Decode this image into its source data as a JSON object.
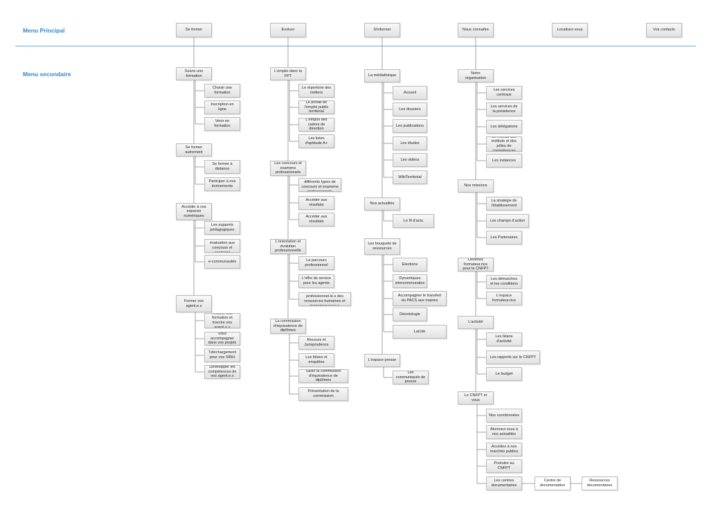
{
  "labels": {
    "primary": "Menu Principal",
    "secondary": "Menu secondaire"
  },
  "top_menu": [
    "Se former",
    "Évoluer",
    "S'informer",
    "Nous connaître",
    "Localisez-vous",
    "Vos contacts"
  ],
  "columns": {
    "se_former": {
      "sections": [
        {
          "label": "Suivre une formation",
          "items": [
            "Choisir une formation",
            "Inscription en ligne",
            "Venir en formation"
          ]
        },
        {
          "label": "Se former autrement",
          "items": [
            "Se former à distance",
            "Participer à nos événements"
          ]
        },
        {
          "label": "Accéder à vos espaces numériques",
          "items": [
            "Les supports pédagogiques",
            "Tests d'auto-évaluation aux concours et examens",
            "e-communautés"
          ]
        },
        {
          "label": "Former vos agent.e.s",
          "items": [
            "Trouver une formation et inscrire vos agent.e.s",
            "Vous accompagner dans vos projets",
            "Téléchargement pour vos SIRH",
            "Développer les compétences de vos agent.e.s"
          ]
        }
      ]
    },
    "evoluer": {
      "sections": [
        {
          "label": "L'emploi dans la FPT",
          "items": [
            "Le répertoire des métiers",
            "Le portail de l'emploi public territorial",
            "L'emploi des cadres de direction",
            "Les listes d'aptitude A+"
          ]
        },
        {
          "label": "Les concours et examens professionnels",
          "items": [
            "Découvrir les différents types de concours et examens professionnels",
            "Accéder aux résultats",
            "Accéder aux résultats"
          ]
        },
        {
          "label": "L'orientation et évolution professionnelle",
          "items": [
            "Le parcours professionnel",
            "L'offre de service pour les agents",
            "L'offre de service pour les professionnel.le.s des ressources humaines et manageur.euse.s"
          ]
        },
        {
          "label": "La commission d'équivalence de diplômes",
          "items": [
            "Recours et Jurisprudence",
            "Les bilans et enquêtes",
            "Saisir la commission d'équivalence de diplômes",
            "Présentation de la commission"
          ]
        }
      ]
    },
    "sinformer": {
      "sections": [
        {
          "label": "La médiathèque",
          "items": [
            "Accueil",
            "Les dossiers",
            "Les publications",
            "Les études",
            "Les vidéos",
            "WikiTerritorial"
          ]
        },
        {
          "label": "Nos actualités",
          "items": [
            "Le fil d'actu"
          ]
        },
        {
          "label": "Les bouquets de ressources",
          "items": [
            "Elections",
            "Dynamiques intercommunales",
            "Accompagner le transfert du PACS aux mairies",
            "Déontologie",
            "Laïcité"
          ]
        },
        {
          "label": "L'espace presse",
          "items": [
            "Les communiqués de presse"
          ]
        }
      ]
    },
    "nous_connaitre": {
      "sections": [
        {
          "label": "Notre organisation",
          "items": [
            "Les services centraux",
            "Les services de la présidence",
            "Les délégations",
            "Le réseau des instituts et des pôles de compétences",
            "Les instances"
          ]
        },
        {
          "label": "Nos missions",
          "items": [
            "La stratégie de l'établissement",
            "Les champs d'action",
            "Les Partenaires"
          ]
        },
        {
          "label": "Devenez formateur.rice pour le CNFPT",
          "items": [
            "Les démarches et les conditions",
            "L'espace formateur.rice"
          ]
        },
        {
          "label": "L'activité",
          "items": [
            "Les bilans d'activité",
            "Les rapports sur le CNFPT",
            "Le budget"
          ]
        },
        {
          "label": "Le CNFPT et vous",
          "items": [
            "Nos coordonnées",
            "Abonnez-vous à nos actualités",
            "Accédez à nos marchés publics",
            "Postulez au CNFPT",
            "Les centres documentaires"
          ]
        }
      ],
      "extra": [
        "Centre de documentation",
        "Ressources documentaires"
      ]
    }
  }
}
